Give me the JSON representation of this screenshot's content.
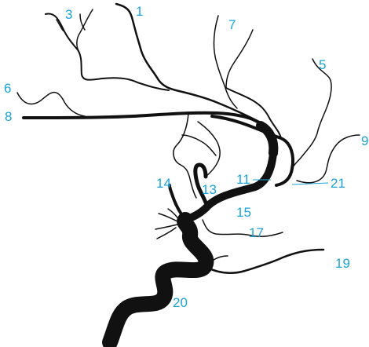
{
  "diagram": {
    "label_color": "#1aa3d9",
    "vessel_color": "#111111",
    "labels": {
      "l1": "1",
      "l3": "3",
      "l5": "5",
      "l6": "6",
      "l7": "7",
      "l8": "8",
      "l9": "9",
      "l11": "11",
      "l13": "13",
      "l14": "14",
      "l15": "15",
      "l17": "17",
      "l19": "19",
      "l20": "20",
      "l21": "21"
    }
  }
}
